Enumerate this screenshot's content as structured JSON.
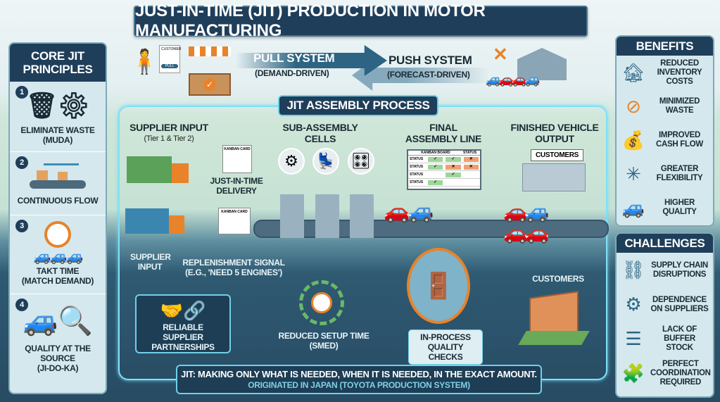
{
  "title": "Just-in-Time (JIT) Production in Motor Manufacturing",
  "pull": {
    "label": "Pull System",
    "sub": "(Demand-Driven)",
    "customer_card": "Customer",
    "pull_tag": "Pull"
  },
  "push": {
    "label": "Push System",
    "sub": "(Forecast-Driven)"
  },
  "principles": {
    "title": "Core JIT Principles",
    "items": [
      {
        "num": "1",
        "label": "Eliminate Waste",
        "sub": "(Muda)"
      },
      {
        "num": "2",
        "label": "Continuous Flow",
        "sub": ""
      },
      {
        "num": "3",
        "label": "Takt Time",
        "sub": "(Match Demand)"
      },
      {
        "num": "4",
        "label": "Quality at the Source",
        "sub": "(Ji-do-ka)"
      }
    ]
  },
  "process": {
    "title": "JIT Assembly Process",
    "stages": [
      {
        "title": "Supplier Input",
        "sub": "(Tier 1 & Tier 2)"
      },
      {
        "title": "Sub-Assembly Cells",
        "sub": ""
      },
      {
        "title": "Final Assembly Line",
        "sub": ""
      },
      {
        "title": "Finished Vehicle Output",
        "sub": ""
      }
    ],
    "kanban_card": "Kanban Card",
    "jit_delivery": "Just-in-Time Delivery",
    "kanban_board": {
      "title": "Kanban Board",
      "status_col": "Status",
      "rows": [
        {
          "label": "Status",
          "cells": [
            "ok",
            "ok",
            "x"
          ]
        },
        {
          "label": "Status",
          "cells": [
            "ok",
            "x",
            "x"
          ]
        },
        {
          "label": "Status",
          "cells": [
            "",
            "ok",
            ""
          ]
        },
        {
          "label": "Status",
          "cells": [
            "ok",
            "",
            ""
          ]
        }
      ]
    },
    "customers_sign": "Customers",
    "supplier_input": "Supplier Input",
    "replenishment": "Replenishment Signal",
    "replenishment_sub": "(e.g., 'Need 5 Engines')",
    "customers": "Customers",
    "partnerships": "Reliable Supplier Partnerships",
    "setup": "Reduced Setup Time",
    "setup_sub": "(SMED)",
    "quality_checks": "In-Process Quality Checks"
  },
  "footer": {
    "line1": "JIT: Making only what is needed, when it is needed, in the exact amount.",
    "line2": "Originated in Japan (Toyota Production System)"
  },
  "benefits": {
    "title": "Benefits",
    "items": [
      {
        "icon": "warehouse-icon",
        "label": "Reduced Inventory Costs"
      },
      {
        "icon": "no-waste-icon",
        "label": "Minimized Waste"
      },
      {
        "icon": "money-bag-icon",
        "label": "Improved Cash Flow"
      },
      {
        "icon": "arrows-out-icon",
        "label": "Greater Flexibility"
      },
      {
        "icon": "car-icon",
        "label": "Higher Quality"
      }
    ]
  },
  "challenges": {
    "title": "Challenges",
    "items": [
      {
        "icon": "broken-chain-icon",
        "label": "Supply Chain Disruptions"
      },
      {
        "icon": "gears-icon",
        "label": "Dependence on Suppliers"
      },
      {
        "icon": "empty-shelf-icon",
        "label": "Lack of Buffer Stock"
      },
      {
        "icon": "puzzle-icon",
        "label": "Perfect Coordination Required"
      }
    ]
  },
  "colors": {
    "navy": "#1f3e5a",
    "accent": "#e8832a",
    "cyan": "#6fd0e8",
    "green": "#5cab5c"
  }
}
